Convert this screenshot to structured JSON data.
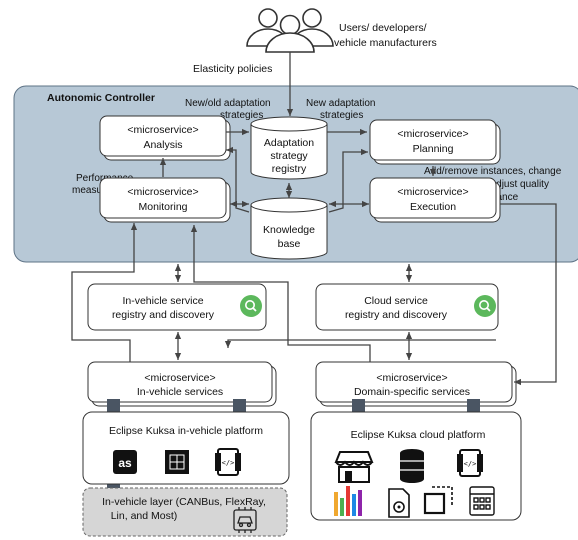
{
  "users": {
    "label_line1": "Users/ developers/",
    "label_line2": "vehicle manufacturers"
  },
  "elasticity_label": "Elasticity policies",
  "controller": {
    "title": "Autonomic Controller",
    "edge_labels": {
      "new_old_line1": "New/old adaptation",
      "new_old_line2": "strategies",
      "new_line1": "New adaptation",
      "new_line2": "strategies",
      "perf_line1": "Performance",
      "perf_line2": "measurement",
      "add_remove_line1": "Add/remove instances, change",
      "add_remove_line2": "containers or adjust quality",
      "add_remove_line3": "performance"
    },
    "analysis": {
      "tag": "<microservice>",
      "name": "Analysis"
    },
    "planning": {
      "tag": "<microservice>",
      "name": "Planning"
    },
    "monitoring": {
      "tag": "<microservice>",
      "name": "Monitoring"
    },
    "execution": {
      "tag": "<microservice>",
      "name": "Execution"
    },
    "strategy_registry": {
      "line1": "Adaptation",
      "line2": "strategy",
      "line3": "registry"
    },
    "knowledge_base": {
      "line1": "Knowledge",
      "line2": "base"
    }
  },
  "in_vehicle_registry": {
    "line1": "In-vehicle service",
    "line2": "registry and discovery"
  },
  "cloud_registry": {
    "line1": "Cloud service",
    "line2": "registry and discovery"
  },
  "in_vehicle_services": {
    "tag": "<microservice>",
    "name": "In-vehicle services"
  },
  "domain_services": {
    "tag": "<microservice>",
    "name": "Domain-specific services"
  },
  "kuksa_vehicle": {
    "title": "Eclipse Kuksa in-vehicle platform"
  },
  "kuksa_cloud": {
    "title": "Eclipse Kuksa cloud platform"
  },
  "in_vehicle_layer": {
    "line1": "In-vehicle layer (CANBus, FlexRay,",
    "line2": "Lin, and Most)"
  },
  "colors": {
    "controller_bg": "#b7c8d6",
    "line": "#444444",
    "search_green": "#5cb85c",
    "bar_colors": [
      "#f0a830",
      "#4caf50",
      "#e53935",
      "#1e88e5",
      "#8e24aa"
    ]
  }
}
